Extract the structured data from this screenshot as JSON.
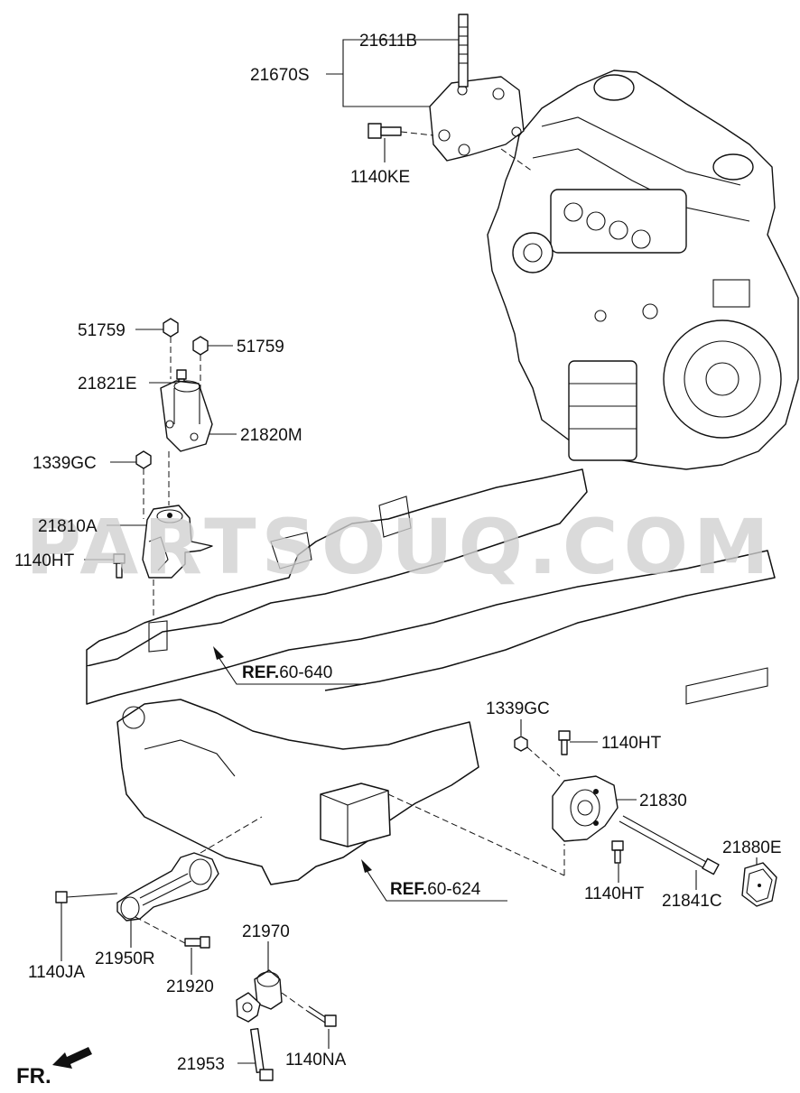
{
  "labels": {
    "l_21611B": "21611B",
    "l_21670S": "21670S",
    "l_1140KE": "1140KE",
    "l_51759_a": "51759",
    "l_51759_b": "51759",
    "l_21821E": "21821E",
    "l_21820M": "21820M",
    "l_1339GC_a": "1339GC",
    "l_21810A": "21810A",
    "l_1140HT_a": "1140HT",
    "l_1339GC_b": "1339GC",
    "l_1140HT_b": "1140HT",
    "l_21830": "21830",
    "l_21880E": "21880E",
    "l_1140HT_c": "1140HT",
    "l_21841C": "21841C",
    "l_1140JA": "1140JA",
    "l_21950R": "21950R",
    "l_21920": "21920",
    "l_21970": "21970",
    "l_21953": "21953",
    "l_1140NA": "1140NA"
  },
  "refs": {
    "ref1_prefix": "REF.",
    "ref1_num": "60-640",
    "ref2_prefix": "REF.",
    "ref2_num": "60-624"
  },
  "direction": "FR.",
  "watermark": "PARTSOUQ.COM"
}
